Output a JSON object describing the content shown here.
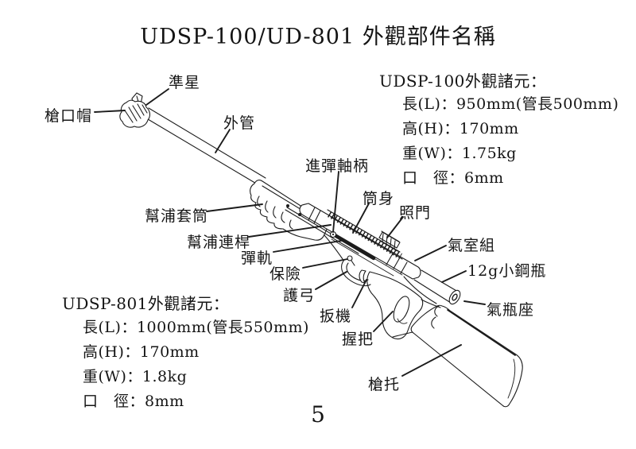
{
  "title": "UDSP-100/UD-801 外觀部件名稱",
  "page_number": "5",
  "specs": {
    "udsp100": {
      "title": "UDSP-100外觀諸元：",
      "lines": [
        "長(L)：950mm(管長500mm)",
        "高(H)：170mm",
        "重(W)：1.75kg",
        "口　徑：6mm"
      ]
    },
    "udsp801": {
      "title": "UDSP-801外觀諸元：",
      "lines": [
        "長(L)：1000mm(管長550mm)",
        "高(H)：170mm",
        "重(W)：1.8kg",
        "口　徑：8mm"
      ]
    }
  },
  "parts": {
    "front_sight": "準星",
    "muzzle_cap": "槍口帽",
    "outer_barrel": "外管",
    "loading_bolt_handle": "進彈軸柄",
    "body_tube": "筒身",
    "rear_sight": "照門",
    "pump_sleeve": "幫浦套筒",
    "pump_rod": "幫浦連桿",
    "pellet_rail": "彈軌",
    "safety": "保險",
    "trigger_guard": "護弓",
    "trigger": "扳機",
    "grip": "握把",
    "air_chamber": "氣室組",
    "co2_cylinder": "12g小鋼瓶",
    "cylinder_seat": "氣瓶座",
    "stock": "槍托"
  },
  "line_color": "#1c1c1c"
}
